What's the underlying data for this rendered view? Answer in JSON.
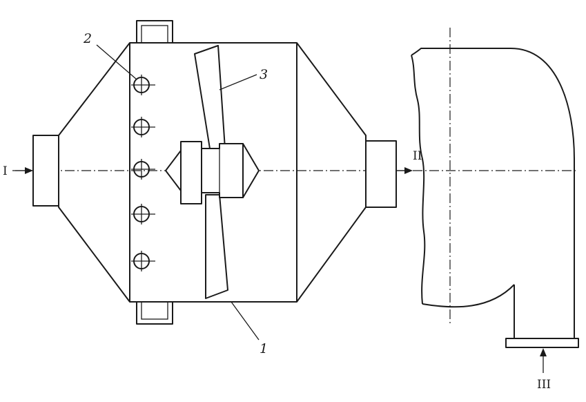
{
  "labels": {
    "part_1": "1",
    "part_2": "2",
    "part_3": "3",
    "flow_inlet": "I",
    "flow_outlet": "II",
    "flow_secondary": "III"
  },
  "colors": {
    "line": "#1a1a1a",
    "background": "#ffffff"
  }
}
